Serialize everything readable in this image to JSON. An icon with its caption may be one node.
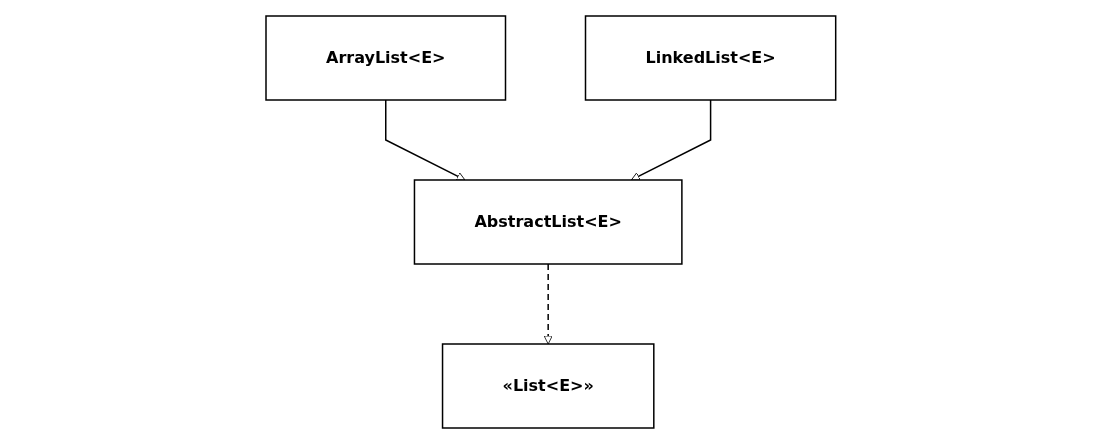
{
  "diagram": {
    "nodes": [
      {
        "text": [
          "AbstractList<E>"
        ]
      },
      {
        "text": [
          "«List<E>»"
        ]
      },
      {
        "text": [
          "ArrayList<E>"
        ]
      },
      {
        "text": [
          "LinkedList<E>"
        ]
      }
    ],
    "edges": [
      {
        "from": 0,
        "to": 1,
        "arrow": "to",
        "style": "dashed"
      },
      {
        "from": 2,
        "to": 0,
        "arrow": "to"
      },
      {
        "from": 3,
        "to": 0,
        "arrow": "to"
      }
    ]
  }
}
